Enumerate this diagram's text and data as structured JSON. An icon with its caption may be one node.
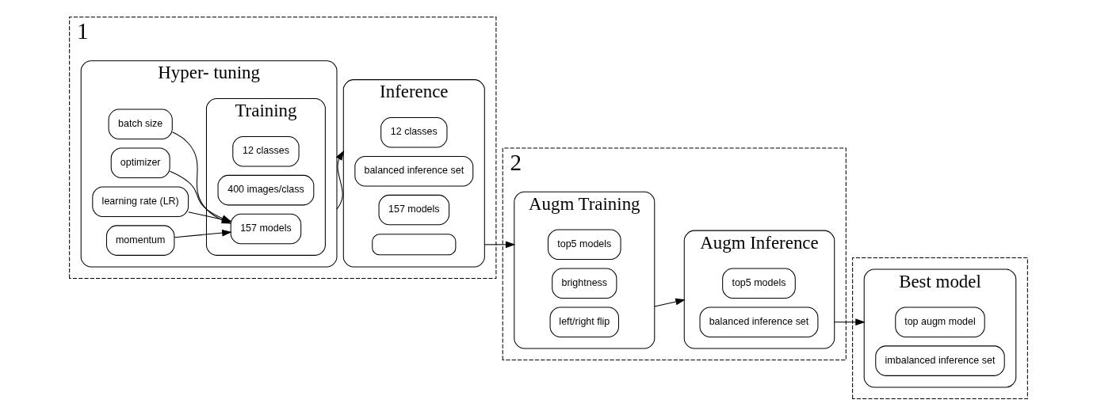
{
  "diagram": {
    "nodes": [
      {
        "text": [
          "1"
        ]
      },
      {
        "text": [
          "Hyper- tuning"
        ],
        "in": 0
      },
      {
        "text": [
          "Training"
        ],
        "in": 1
      },
      {
        "text": [
          "12 classes"
        ],
        "in": 2
      },
      {
        "text": [
          "400 images/class"
        ],
        "in": 2
      },
      {
        "text": [
          "157 models"
        ],
        "in": 2
      },
      {
        "text": [
          "batch size"
        ],
        "in": 1
      },
      {
        "text": [
          "optimizer"
        ],
        "in": 1
      },
      {
        "text": [
          "learning rate (LR)"
        ],
        "in": 1
      },
      {
        "text": [
          "momentum"
        ],
        "in": 1
      },
      {
        "text": [
          "Inference"
        ],
        "in": 0
      },
      {
        "text": [
          "12 classes"
        ],
        "in": 10
      },
      {
        "text": [
          "balanced inference set"
        ],
        "in": 10
      },
      {
        "text": [
          "157 models"
        ],
        "in": 10
      },
      {
        "text": [],
        "shape": "box",
        "in": 10
      },
      {
        "text": [
          "2"
        ]
      },
      {
        "text": [
          "Augm Training"
        ],
        "in": 15
      },
      {
        "text": [
          "top5 models"
        ],
        "in": 16
      },
      {
        "text": [
          "brightness"
        ],
        "in": 16
      },
      {
        "text": [
          "left/right flip"
        ],
        "in": 16
      },
      {
        "text": [
          "Augm Inference"
        ],
        "in": 15
      },
      {
        "text": [
          "top5 models"
        ],
        "in": 20
      },
      {
        "text": [
          "balanced inference set"
        ],
        "in": 20
      },
      {
        "text": [],
        "shape": "box"
      },
      {
        "text": [
          "Best model"
        ],
        "in": 23
      },
      {
        "text": [
          "top augm model"
        ],
        "in": 24
      },
      {
        "text": [
          "imbalanced inference set"
        ],
        "in": 24
      }
    ],
    "edges": [
      {
        "from": 6,
        "to": 5,
        "arrow": "to"
      },
      {
        "from": 7,
        "to": 5,
        "arrow": "to"
      },
      {
        "from": 8,
        "to": 5,
        "arrow": "to"
      },
      {
        "from": 9,
        "to": 5,
        "arrow": "to"
      },
      {
        "from": 1,
        "to": 10,
        "arrow": "to"
      },
      {
        "from": 10,
        "to": 16,
        "arrow": "to"
      },
      {
        "from": 16,
        "to": 20,
        "arrow": "to"
      },
      {
        "from": 20,
        "to": 24,
        "arrow": "to"
      }
    ]
  }
}
